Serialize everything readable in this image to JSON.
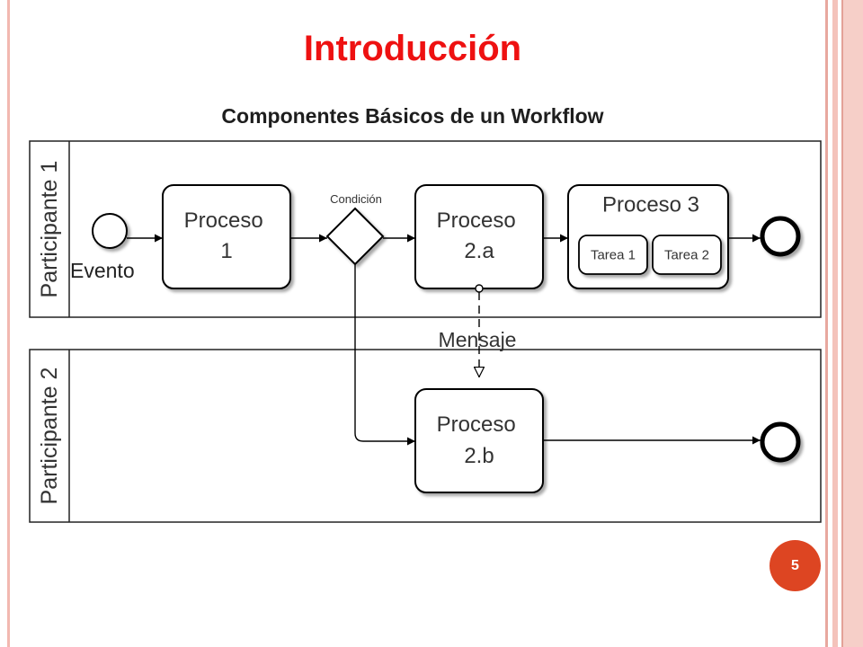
{
  "slide": {
    "title": "Introducción",
    "subtitle": "Componentes Básicos de un Workflow",
    "page_number": "5"
  },
  "diagram": {
    "lanes": [
      {
        "label": "Participante 1"
      },
      {
        "label": "Participante 2"
      }
    ],
    "start_event": {
      "label": "Evento"
    },
    "gateway": {
      "label": "Condición"
    },
    "tasks": {
      "proceso_1": [
        "Proceso",
        "1"
      ],
      "proceso_2a": [
        "Proceso",
        "2.a"
      ],
      "proceso_3": "Proceso 3",
      "tarea_1": "Tarea 1",
      "tarea_2": "Tarea 2",
      "proceso_2b": [
        "Proceso",
        "2.b"
      ]
    },
    "message": {
      "label": "Mensaje"
    }
  }
}
